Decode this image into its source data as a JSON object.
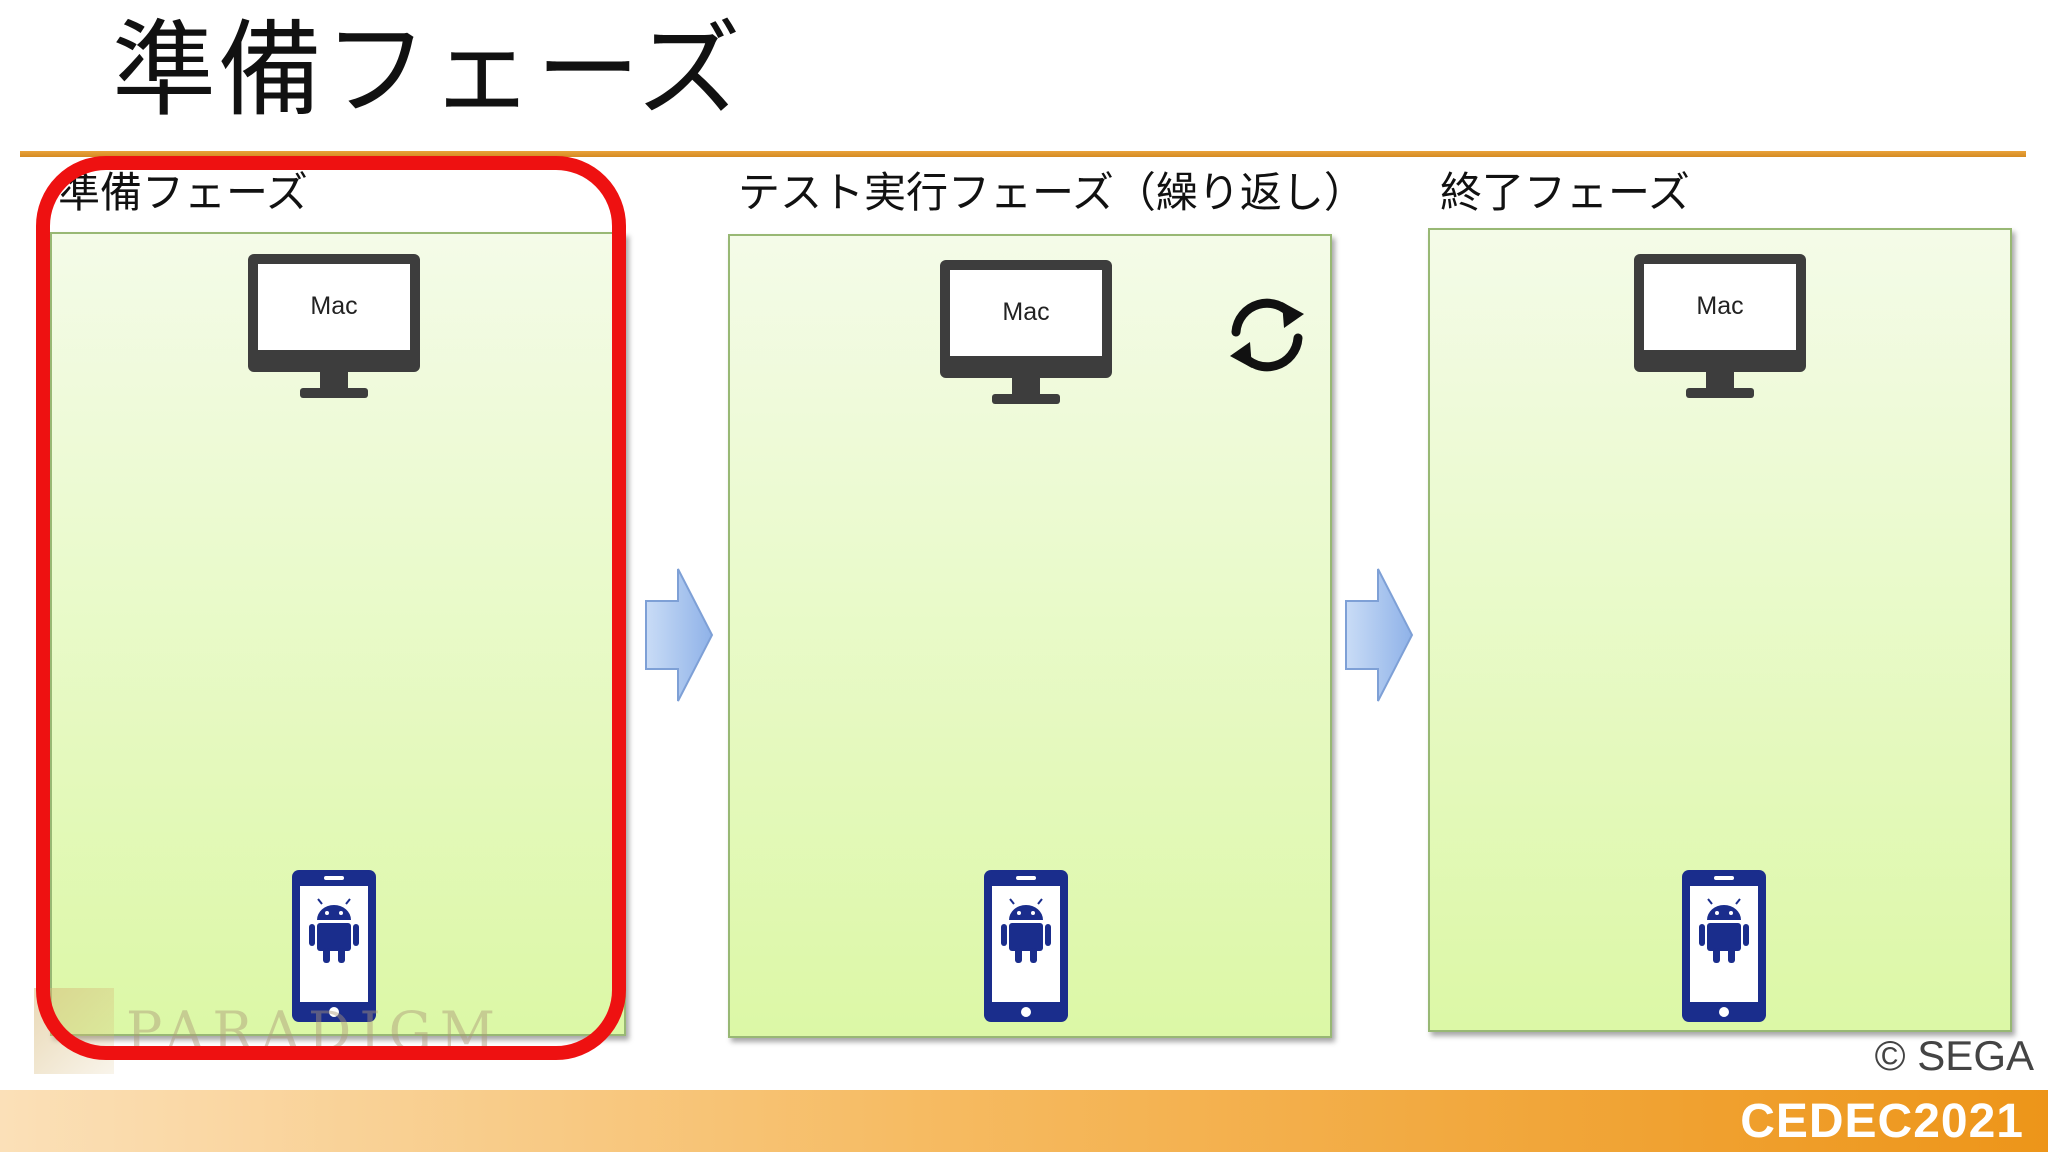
{
  "slide": {
    "title": "準備フェーズ"
  },
  "phases": [
    {
      "label": "準備フェーズ",
      "monitor_label": "Mac"
    },
    {
      "label": "テスト実行フェーズ（繰り返し）",
      "monitor_label": "Mac"
    },
    {
      "label": "終了フェーズ",
      "monitor_label": "Mac"
    }
  ],
  "watermark": {
    "text": "PARADIGM"
  },
  "footer": {
    "copyright": "© SEGA",
    "logo": "CEDEC2021"
  },
  "icons": [
    "monitor-icon",
    "android-phone-icon",
    "arrow-right-icon",
    "refresh-icon"
  ],
  "colors": {
    "accent_rule": "#e9a23a",
    "highlight": "#ee1111",
    "panel_border": "#98b874",
    "panel_fill": "#dcf8a6",
    "device": "#3d3d3d",
    "phone": "#1a2d8c",
    "arrow": "#a9c7f0"
  }
}
